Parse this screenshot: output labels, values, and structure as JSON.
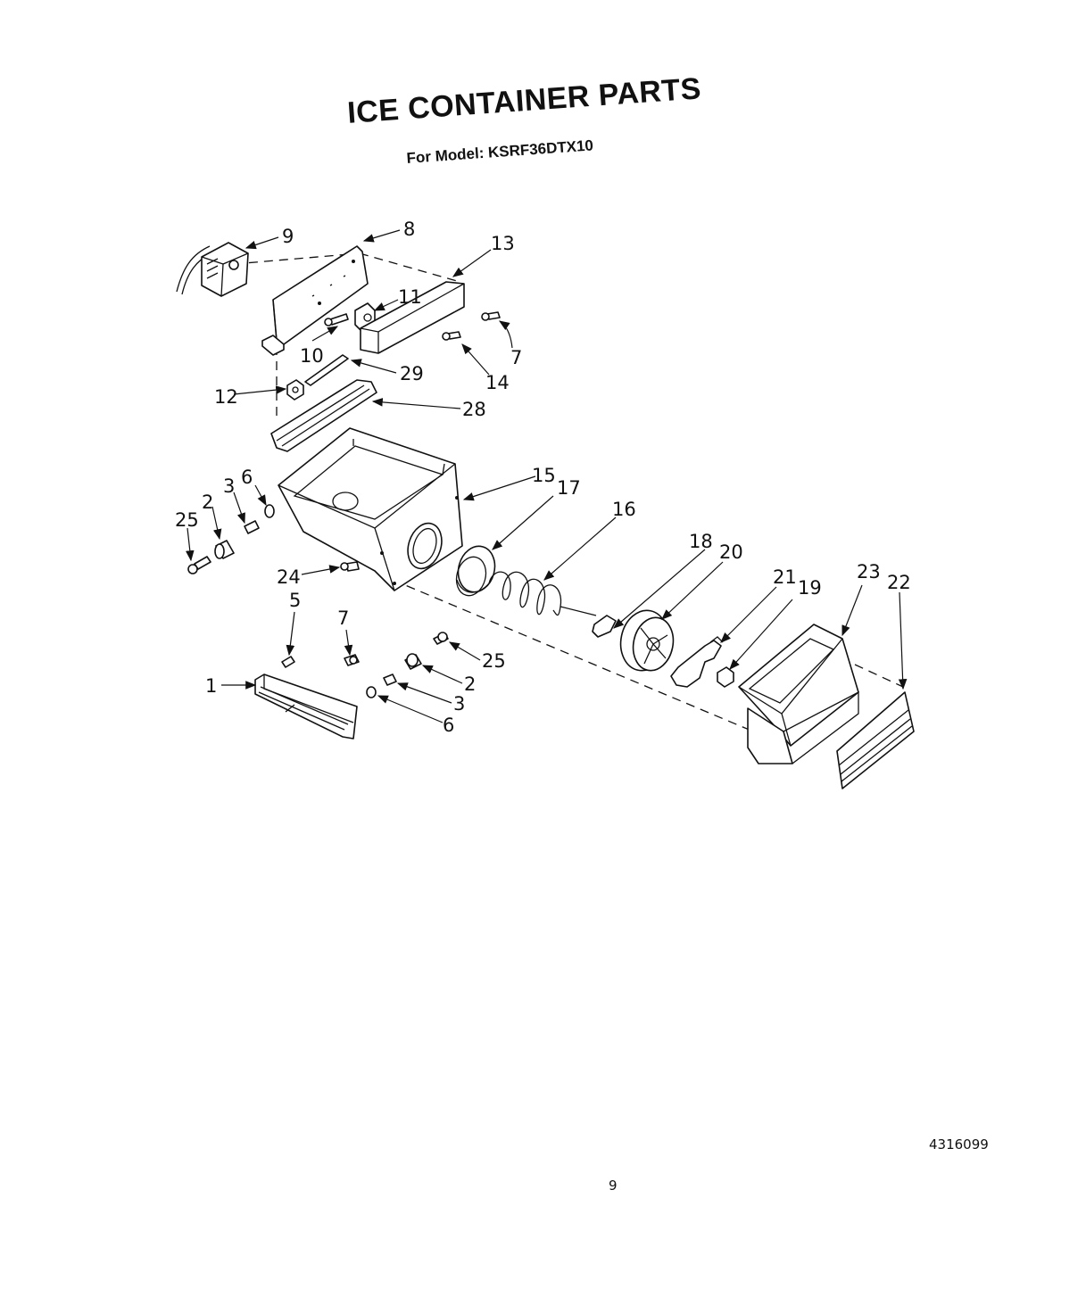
{
  "title": "ICE CONTAINER PARTS",
  "subtitle": "For Model: KSRF36DTX10",
  "document_number": "4316099",
  "page_number": "9",
  "callouts": [
    {
      "id": "c9",
      "label": "9"
    },
    {
      "id": "c8",
      "label": "8"
    },
    {
      "id": "c13",
      "label": "13"
    },
    {
      "id": "c11",
      "label": "11"
    },
    {
      "id": "c7a",
      "label": "7"
    },
    {
      "id": "c10",
      "label": "10"
    },
    {
      "id": "c29",
      "label": "29"
    },
    {
      "id": "c14",
      "label": "14"
    },
    {
      "id": "c12",
      "label": "12"
    },
    {
      "id": "c28",
      "label": "28"
    },
    {
      "id": "c15",
      "label": "15"
    },
    {
      "id": "c17",
      "label": "17"
    },
    {
      "id": "c6a",
      "label": "6"
    },
    {
      "id": "c3a",
      "label": "3"
    },
    {
      "id": "c2a",
      "label": "2"
    },
    {
      "id": "c25a",
      "label": "25"
    },
    {
      "id": "c16",
      "label": "16"
    },
    {
      "id": "c18",
      "label": "18"
    },
    {
      "id": "c20",
      "label": "20"
    },
    {
      "id": "c24",
      "label": "24"
    },
    {
      "id": "c21",
      "label": "21"
    },
    {
      "id": "c19",
      "label": "19"
    },
    {
      "id": "c23",
      "label": "23"
    },
    {
      "id": "c22",
      "label": "22"
    },
    {
      "id": "c5",
      "label": "5"
    },
    {
      "id": "c7b",
      "label": "7"
    },
    {
      "id": "c25b",
      "label": "25"
    },
    {
      "id": "c1",
      "label": "1"
    },
    {
      "id": "c2b",
      "label": "2"
    },
    {
      "id": "c3b",
      "label": "3"
    },
    {
      "id": "c6b",
      "label": "6"
    }
  ]
}
